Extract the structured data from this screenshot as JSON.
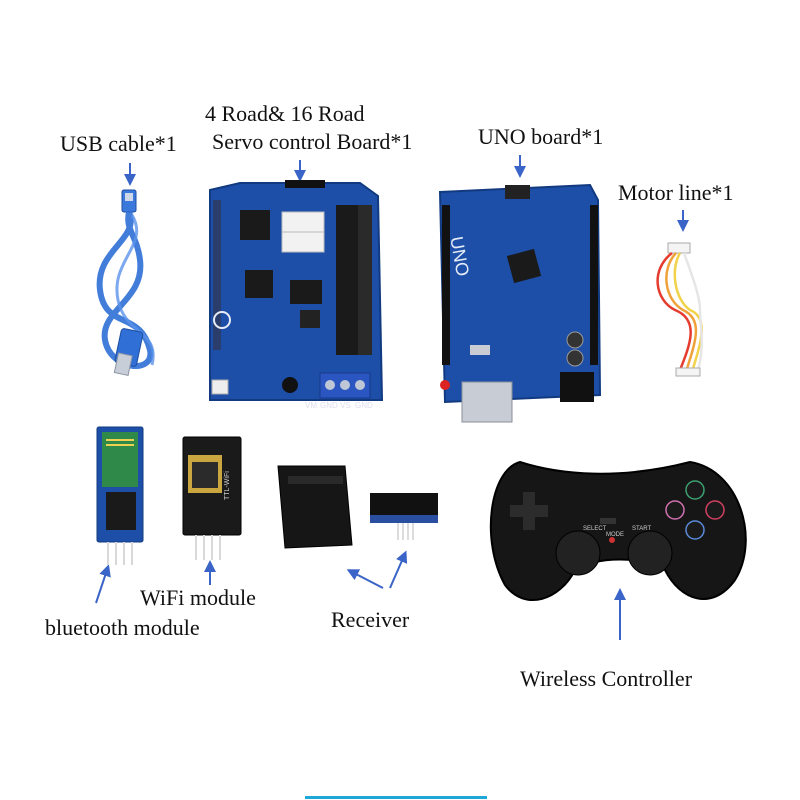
{
  "labels": {
    "board_line1": "4 Road& 16 Road",
    "board_line2": "Servo control Board*1",
    "usb": "USB cable*1",
    "uno": "UNO board*1",
    "motor": "Motor line*1",
    "wifi": "WiFi module",
    "bluetooth": "bluetooth module",
    "receiver": "Receiver",
    "controller": "Wireless Controller"
  },
  "pcb_text": {
    "uno": "UNO",
    "controller_select": "SELECT",
    "controller_start": "START",
    "controller_mode": "MODE",
    "terminal_vm": "VM",
    "terminal_gnd": "GND",
    "terminal_vs": "VS",
    "terminal_gnd2": "GND",
    "wifi_chip": "TTL-WiFi"
  },
  "colors": {
    "pcb_blue": "#1d4fa8",
    "cable_blue": "#2f6fd6",
    "arrow": "#3a64c8",
    "accent_line": "#1ea7d8"
  }
}
